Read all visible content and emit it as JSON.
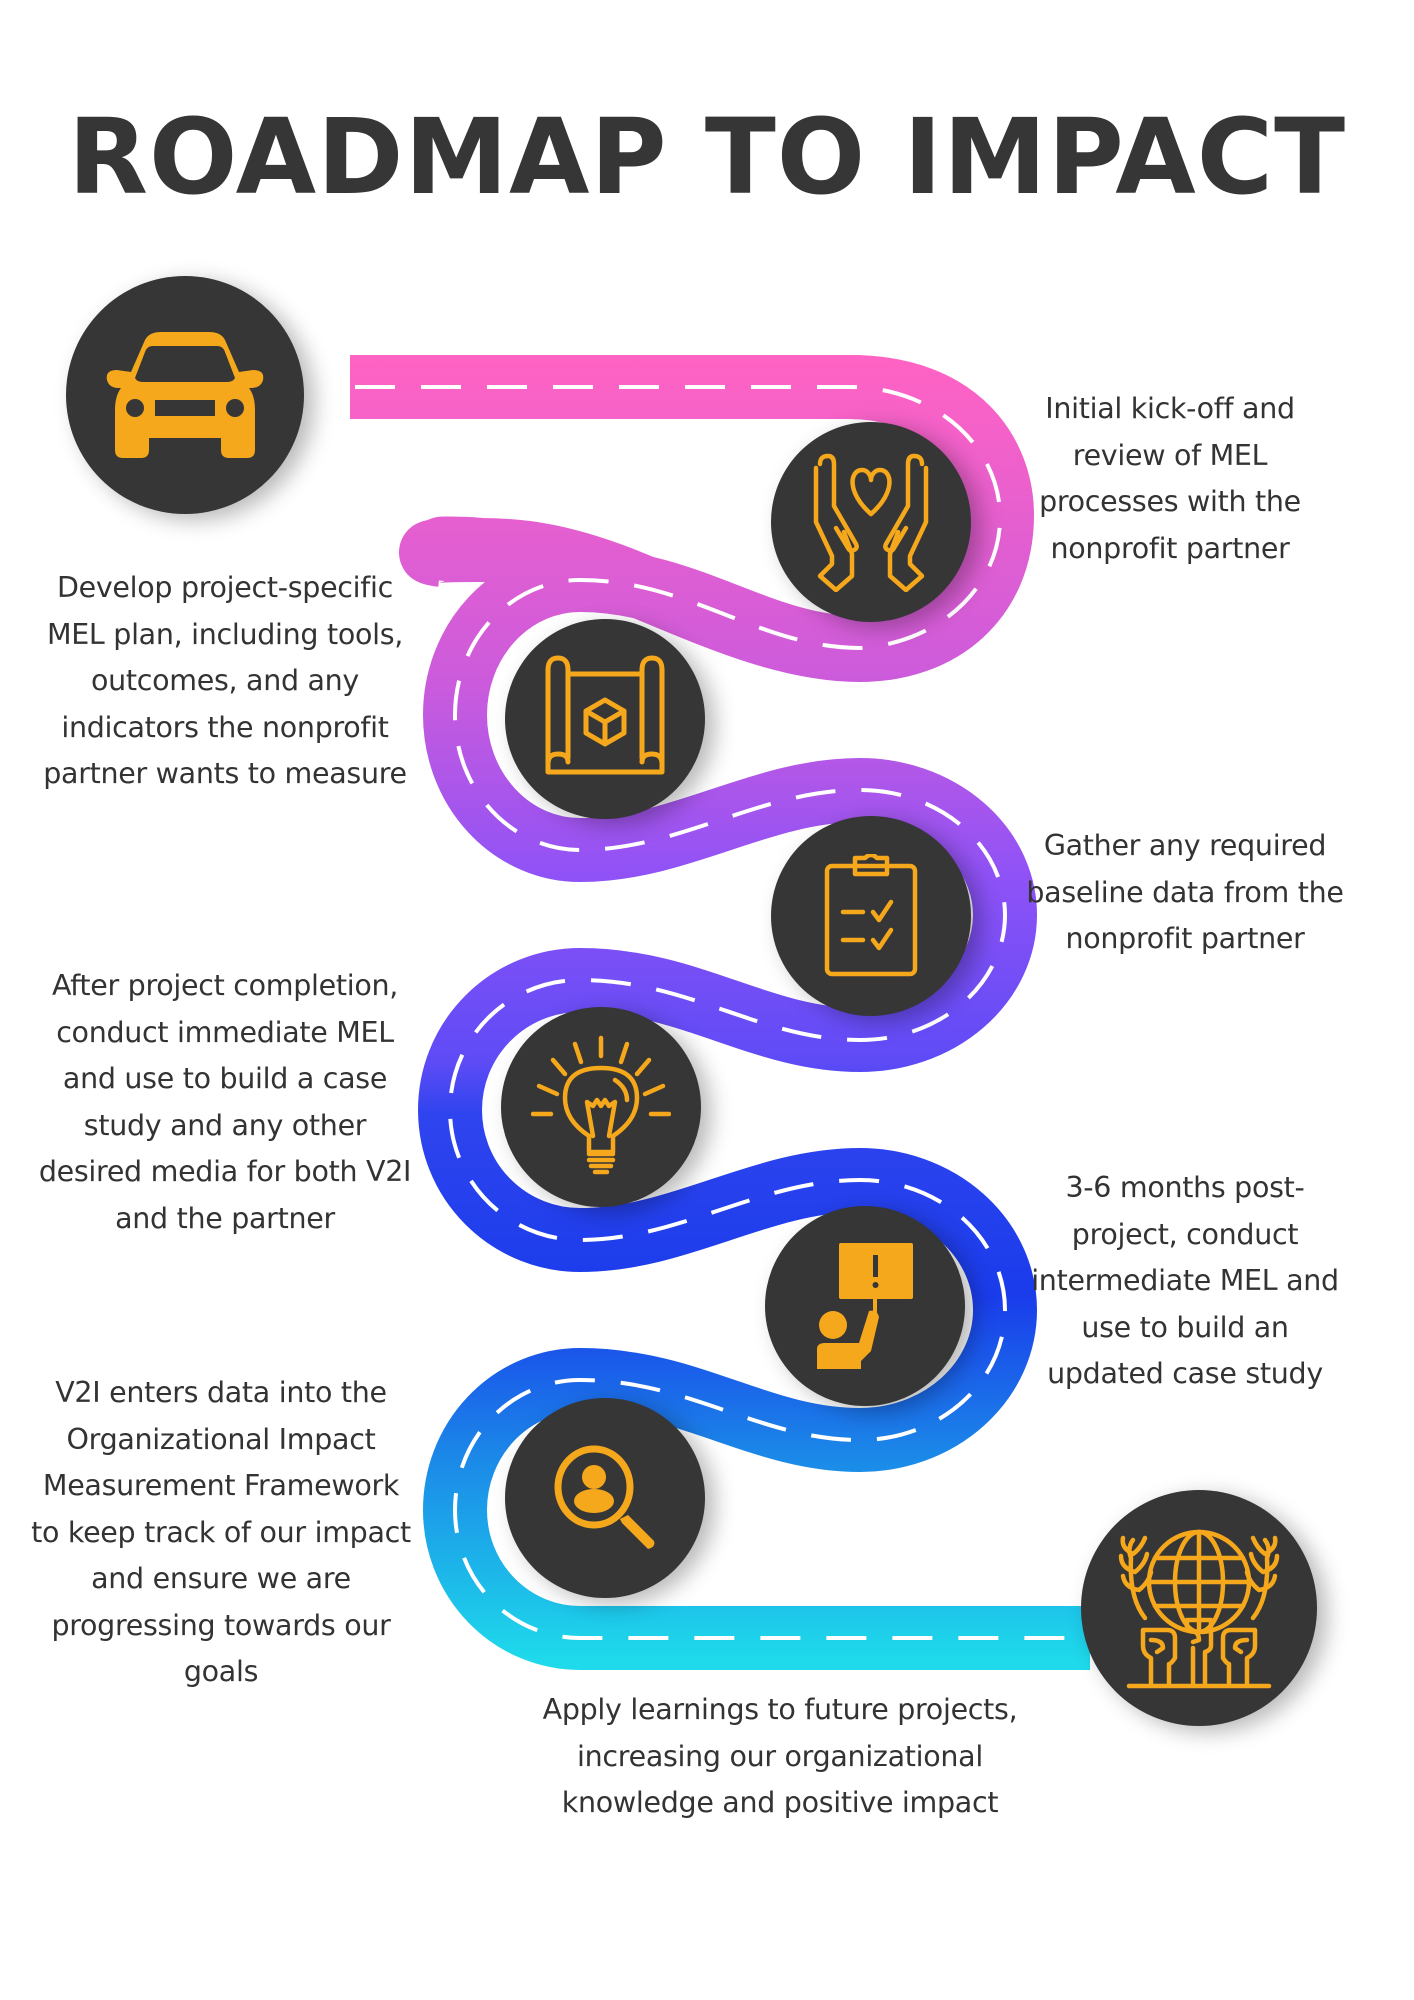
{
  "header": {
    "title": "ROADMAP TO IMPACT"
  },
  "colors": {
    "title": "#363636",
    "node_bg": "#363636",
    "icon": "#F6A81C",
    "road_top": "#FF63C3",
    "road_mid": "#8A52F7",
    "road_blue": "#1A3CEB",
    "road_bottom": "#1EDAEA",
    "lane_marking": "#FFFFFF",
    "text": "#333333"
  },
  "start": {
    "icon": "car-icon"
  },
  "steps": [
    {
      "id": 1,
      "icon": "hands-heart-icon",
      "side": "right",
      "text": "Initial kick-off and\nreview of MEL\nprocesses with the\nnonprofit partner"
    },
    {
      "id": 2,
      "icon": "blueprint-scroll-icon",
      "side": "left",
      "text": "Develop project-specific\nMEL plan, including tools,\noutcomes, and any\nindicators the nonprofit\npartner wants to measure"
    },
    {
      "id": 3,
      "icon": "clipboard-checklist-icon",
      "side": "right",
      "text": "Gather any required\nbaseline data from the\nnonprofit partner"
    },
    {
      "id": 4,
      "icon": "lightbulb-icon",
      "side": "left",
      "text": "After project completion,\nconduct immediate MEL\nand use to build a case\nstudy and any other\ndesired media for both V2I\nand the partner"
    },
    {
      "id": 5,
      "icon": "person-sign-icon",
      "side": "right",
      "text": "3-6 months post-\nproject, conduct\nintermediate MEL and\nuse to build an\nupdated case study"
    },
    {
      "id": 6,
      "icon": "search-person-icon",
      "side": "left",
      "text": "V2I enters data into the\nOrganizational Impact\nMeasurement Framework\nto keep track of our impact\nand ensure we are\nprogressing towards our\ngoals"
    },
    {
      "id": 7,
      "icon": "globe-fists-icon",
      "side": "bottom",
      "text": "Apply learnings to future projects,\nincreasing our organizational\nknowledge and positive impact"
    }
  ]
}
